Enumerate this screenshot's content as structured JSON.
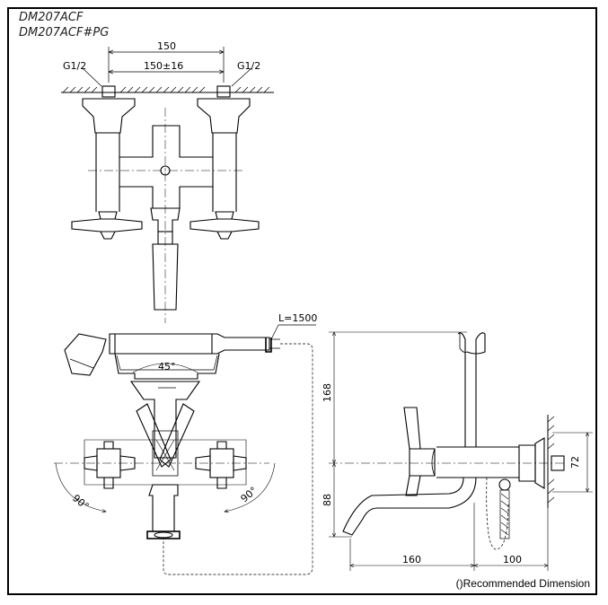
{
  "titles": {
    "model1": "DM207ACF",
    "model2": "DM207ACF#PG"
  },
  "dims": {
    "d150": "150",
    "d150pm": "150±16",
    "g1": "G1/2",
    "g2": "G1/2",
    "hose": "L=1500",
    "ang45": "45°",
    "ang90a": "90°",
    "ang90b": "90°",
    "d168": "168",
    "d88": "88",
    "d72": "72",
    "d160": "160",
    "d100": "100"
  },
  "note": "()Recommended Dimension"
}
